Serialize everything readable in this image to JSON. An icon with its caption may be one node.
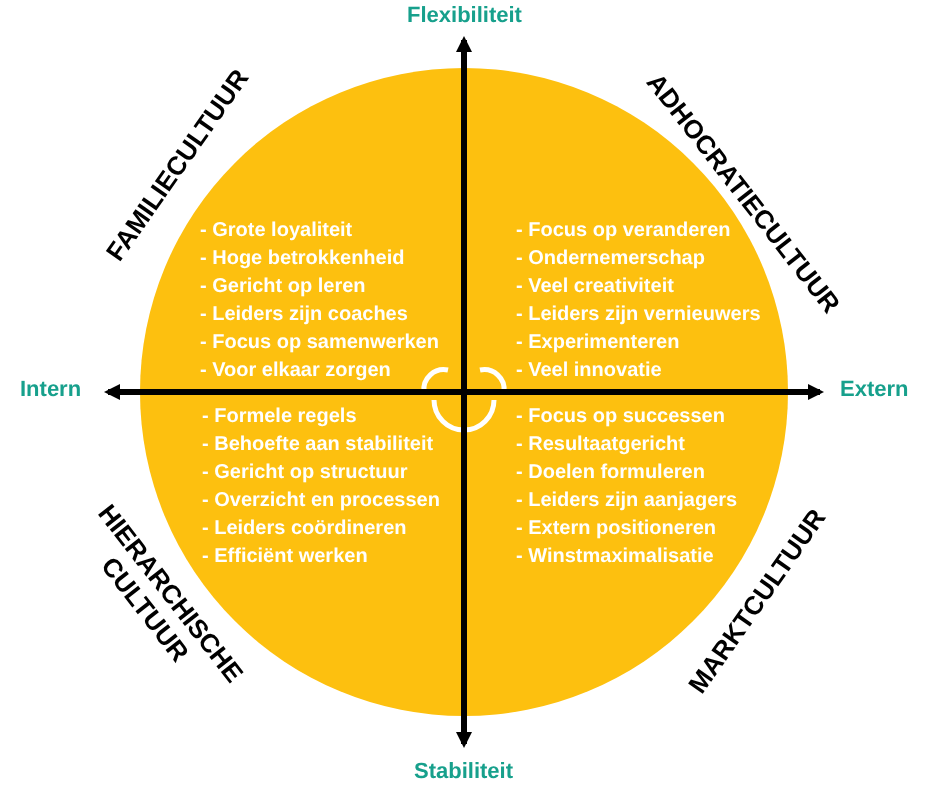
{
  "diagram": {
    "labels": [
      "Flexibiliteit",
      "FAMILIECULTUUR",
      "ADHOCRATIECULTUUR",
      "- Grote loyaliteit",
      "- Hoge betrokkenheid",
      "- Gericht op leren",
      "- Leiders zijn coaches",
      "- Focus op samenwerken",
      "- Voor elkaar zorgen",
      "- Focus op veranderen",
      "- Ondernemerschap",
      "- Veel creativiteit",
      "- Leiders zijn vernieuwers",
      "- Experimenteren",
      "- Veel innovatie",
      "Intern",
      "Extern",
      "- Formele regels",
      "- Behoefte aan stabiliteit",
      "- Gericht op structuur",
      "- Overzicht en processen",
      "- Leiders coördineren",
      "- Efficiënt werken",
      "- Focus op successen",
      "- Resultaatgericht",
      "- Doelen formuleren",
      "- Leiders zijn aanjagers",
      "- Extern positioneren",
      "- Winstmaximalisatie",
      "HIERARCHISCHE CULTUUR",
      "MARKTCULTUUR",
      "Stabiliteit"
    ]
  }
}
